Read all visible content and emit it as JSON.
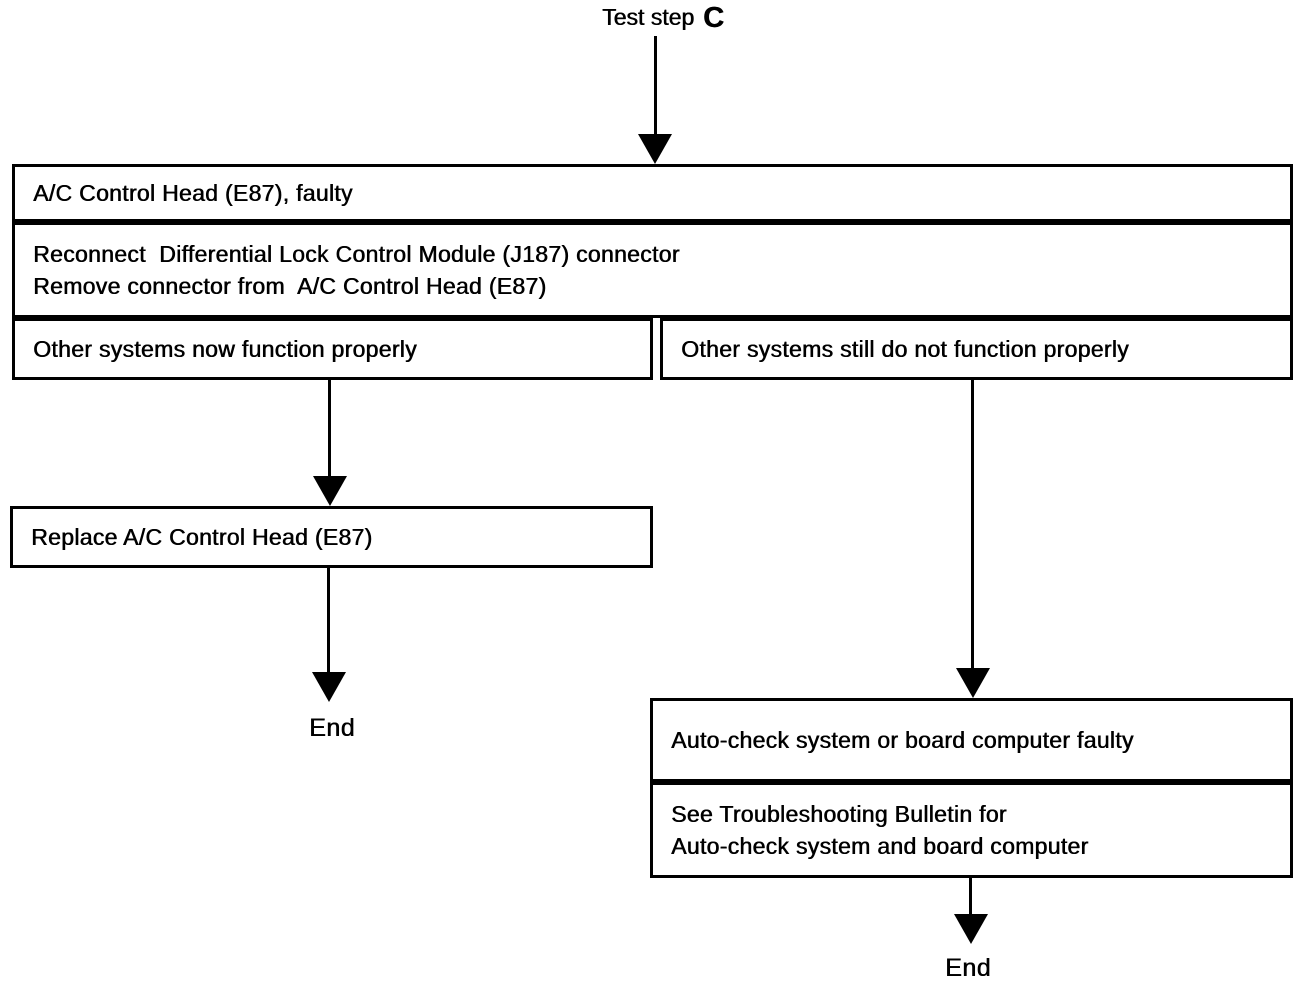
{
  "page": {
    "background": "#ffffff",
    "ink": "#000000"
  },
  "flowchart": {
    "entry": {
      "prefix": "Test step",
      "step_letter": "C"
    },
    "nodes": {
      "fault": {
        "text": "A/C Control Head (E87), faulty"
      },
      "action": {
        "text": "Reconnect  Differential Lock Control Module (J187) connector\nRemove connector from  A/C Control Head (E87)"
      },
      "outcome_left": {
        "text": "Other systems now function properly"
      },
      "outcome_right": {
        "text": "Other systems still do not function properly"
      },
      "replace": {
        "text": "Replace A/C Control Head (E87)"
      },
      "autocheck": {
        "text": "Auto-check system or board computer faulty"
      },
      "bulletin": {
        "text": "See Troubleshooting Bulletin for\nAuto-check system and board computer"
      }
    },
    "terminals": {
      "left": "End",
      "right": "End"
    }
  }
}
